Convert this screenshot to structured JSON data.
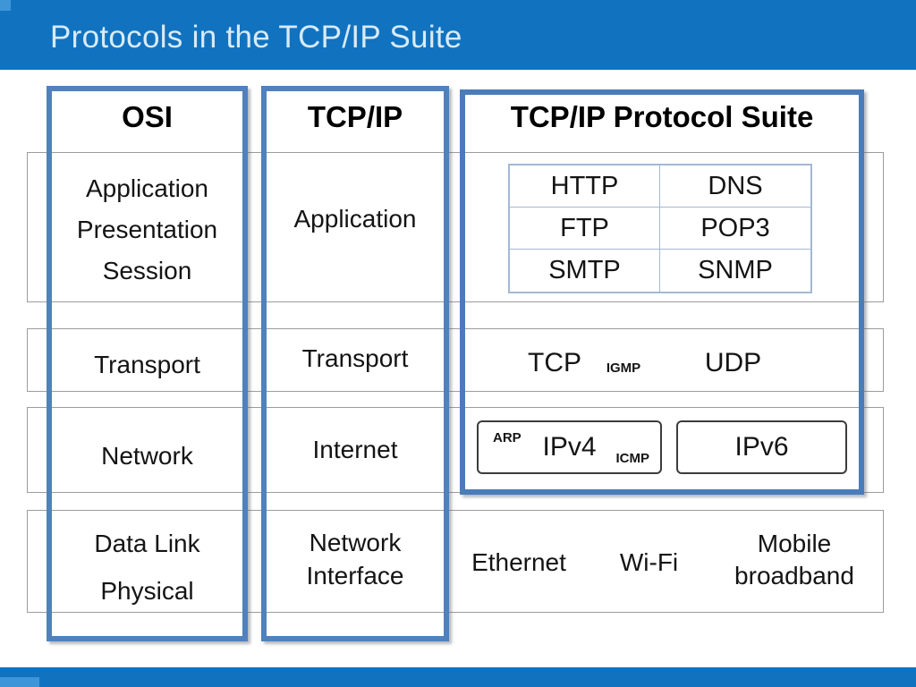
{
  "title": "Protocols in the TCP/IP Suite",
  "colors": {
    "header_bg": "#1173c0",
    "header_text": "#d8ebf8",
    "accent_square": "#3e96d9",
    "column_box_border": "#5081bd",
    "suite_box_border": "#4a7cba",
    "app_table_border": "#a3b9d4",
    "row_band_border": "#9c9c9c",
    "body_text": "#141414"
  },
  "osi": {
    "header": "OSI",
    "application": [
      "Application",
      "Presentation",
      "Session"
    ],
    "transport": "Transport",
    "network": "Network",
    "datalink": [
      "Data Link",
      "Physical"
    ]
  },
  "tcpip": {
    "header": "TCP/IP",
    "application": "Application",
    "transport": "Transport",
    "internet": "Internet",
    "network_interface": [
      "Network",
      "Interface"
    ]
  },
  "suite": {
    "header": "TCP/IP Protocol Suite",
    "app_table": [
      [
        "HTTP",
        "DNS"
      ],
      [
        "FTP",
        "POP3"
      ],
      [
        "SMTP",
        "SNMP"
      ]
    ],
    "transport_protocols": {
      "tcp": "TCP",
      "igmp": "IGMP",
      "udp": "UDP"
    },
    "network_protocols": {
      "arp": "ARP",
      "ipv4": "IPv4",
      "icmp": "ICMP",
      "ipv6": "IPv6"
    },
    "link_protocols": {
      "ethernet": "Ethernet",
      "wifi": "Wi-Fi",
      "mobile": [
        "Mobile",
        "broadband"
      ]
    }
  }
}
